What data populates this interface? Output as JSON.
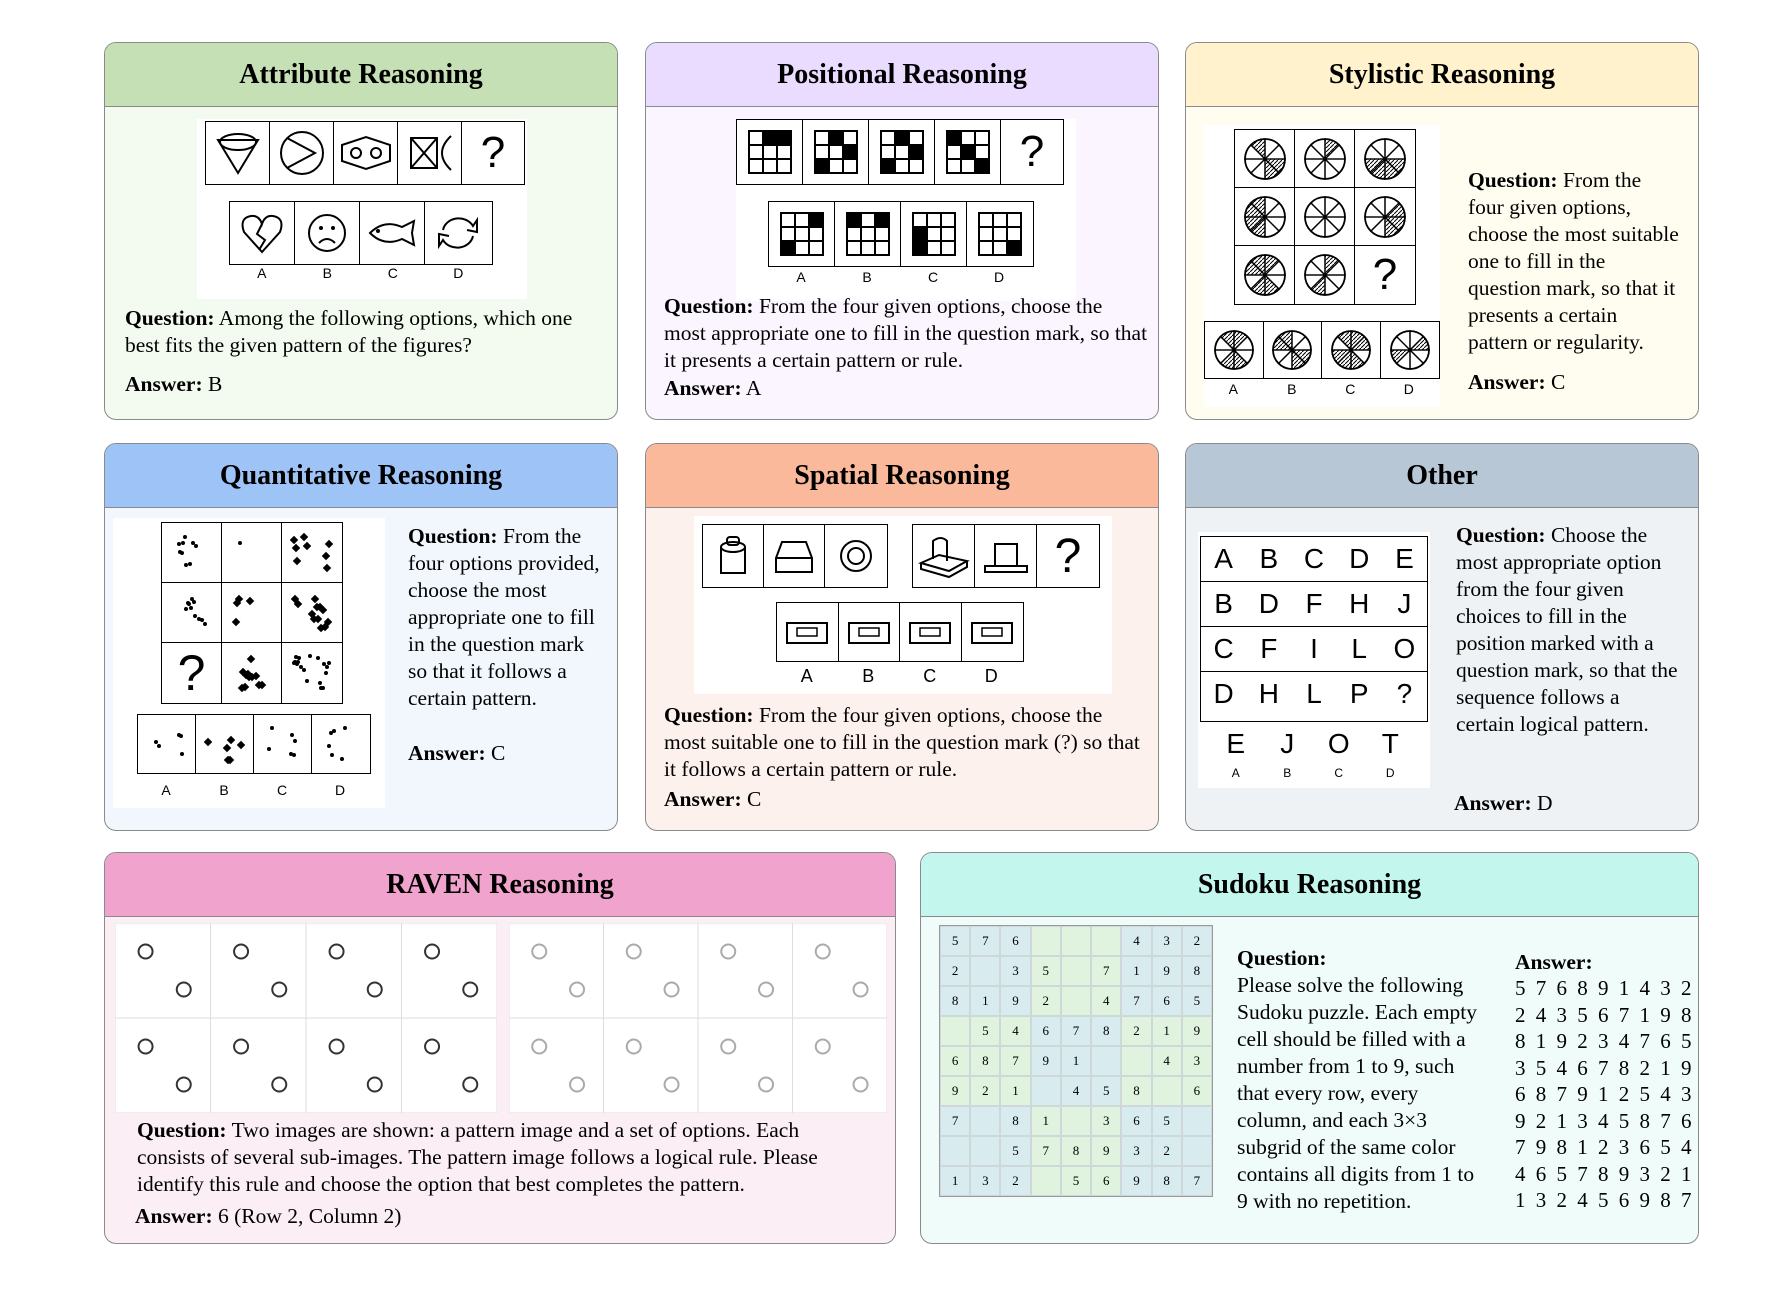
{
  "cards": {
    "attribute": {
      "title": "Attribute Reasoning",
      "question_label": "Question:",
      "question": "Among the following options, which one best fits the given pattern of the figures?",
      "answer_label": "Answer:",
      "answer": "B",
      "option_labels": [
        "A",
        "B",
        "C",
        "D"
      ],
      "qmark": "?",
      "header_color": "#c5e0b4",
      "body_color": "#f3faef"
    },
    "positional": {
      "title": "Positional Reasoning",
      "question_label": "Question:",
      "question": "From the four given options, choose the most appropriate one to fill in the question mark, so that it presents a certain pattern or rule.",
      "answer_label": "Answer:",
      "answer": "A",
      "option_labels": [
        "A",
        "B",
        "C",
        "D"
      ],
      "qmark": "?",
      "header_color": "#eadcff",
      "body_color": "#fbf5ff"
    },
    "stylistic": {
      "title": "Stylistic Reasoning",
      "question_label": "Question:",
      "question": "From the four given options, choose the most suitable one to fill in the question mark, so that it presents a certain pattern or regularity.",
      "answer_label": "Answer:",
      "answer": "C",
      "option_labels": [
        "A",
        "B",
        "C",
        "D"
      ],
      "qmark": "?",
      "header_color": "#fff2cc",
      "body_color": "#fffdf0"
    },
    "quantitative": {
      "title": "Quantitative Reasoning",
      "question_label": "Question:",
      "question": "From the four options provided, choose the most appropriate one to fill in the question mark so that it follows a certain pattern.",
      "answer_label": "Answer:",
      "answer": "C",
      "option_labels": [
        "A",
        "B",
        "C",
        "D"
      ],
      "qmark": "?",
      "header_color": "#9dc3f7",
      "body_color": "#f2f7fd"
    },
    "spatial": {
      "title": "Spatial Reasoning",
      "question_label": "Question:",
      "question": "From the four given options, choose the most suitable one to fill in the question mark (?) so that it follows a certain pattern or rule.",
      "answer_label": "Answer:",
      "answer": "C",
      "option_labels": [
        "A",
        "B",
        "C",
        "D"
      ],
      "qmark": "?",
      "header_color": "#f9b99a",
      "body_color": "#fdf1ee"
    },
    "other": {
      "title": "Other",
      "question_label": "Question:",
      "question": "Choose the most appropriate option from the four given choices to fill in the position marked with a question mark, so that the sequence follows a certain logical pattern.",
      "answer_label": "Answer:",
      "answer": "D",
      "letter_rows": [
        [
          "A",
          "B",
          "C",
          "D",
          "E"
        ],
        [
          "B",
          "D",
          "F",
          "H",
          "J"
        ],
        [
          "C",
          "F",
          "I",
          "L",
          "O"
        ],
        [
          "D",
          "H",
          "L",
          "P",
          "?"
        ]
      ],
      "option_letters": [
        "E",
        "J",
        "O",
        "T"
      ],
      "option_labels": [
        "A",
        "B",
        "C",
        "D"
      ],
      "header_color": "#b8c7d6",
      "body_color": "#eef2f5"
    },
    "raven": {
      "title": "RAVEN Reasoning",
      "question_label": "Question:",
      "question": "Two images are shown: a pattern image and a set of options. Each consists of several sub-images. The pattern image follows a logical rule. Please identify this rule and choose the option that best completes the pattern.",
      "answer_label": "Answer:",
      "answer": "6 (Row 2, Column 2)",
      "header_color": "#f0a3cc",
      "body_color": "#fbeef5"
    },
    "sudoku": {
      "title": "Sudoku Reasoning",
      "question_label": "Question:",
      "question": "Please solve the following Sudoku puzzle. Each empty cell should be filled with a number from 1 to 9, such that every row, every column, and each 3×3 subgrid of the same color contains all digits from 1 to 9 with no repetition.",
      "answer_label": "Answer:",
      "answer_rows": [
        "576891432",
        "243567198",
        "819234765",
        "354678219",
        "687912543",
        "921345876",
        "798123654",
        "465789321",
        "132456987"
      ],
      "puzzle_rows": [
        [
          "5",
          "7",
          "6",
          "",
          "",
          "",
          "4",
          "3",
          "2"
        ],
        [
          "2",
          "",
          "3",
          "5",
          "",
          "7",
          "1",
          "9",
          "8"
        ],
        [
          "8",
          "1",
          "9",
          "2",
          "",
          "4",
          "7",
          "6",
          "5"
        ],
        [
          "",
          "5",
          "4",
          "6",
          "7",
          "8",
          "2",
          "1",
          "9"
        ],
        [
          "6",
          "8",
          "7",
          "9",
          "1",
          "",
          "",
          "4",
          "3"
        ],
        [
          "9",
          "2",
          "1",
          "",
          "4",
          "5",
          "8",
          "",
          "6"
        ],
        [
          "7",
          "",
          "8",
          "1",
          "",
          "3",
          "6",
          "5",
          ""
        ],
        [
          "",
          "",
          "5",
          "7",
          "8",
          "9",
          "3",
          "2",
          ""
        ],
        [
          "1",
          "3",
          "2",
          "",
          "5",
          "6",
          "9",
          "8",
          "7"
        ]
      ],
      "header_color": "#c3f7ee",
      "body_color": "#f0fcfa"
    }
  }
}
